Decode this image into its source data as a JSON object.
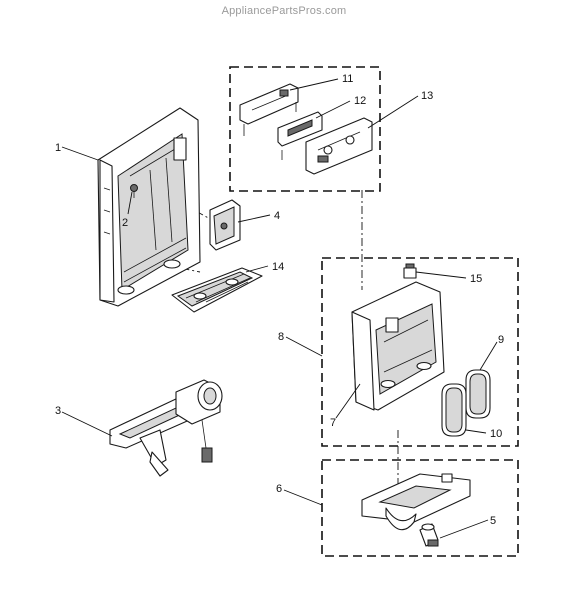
{
  "watermark": "AppliancePartsPros.com",
  "callouts": [
    "1",
    "2",
    "3",
    "4",
    "5",
    "6",
    "7",
    "8",
    "9",
    "10",
    "11",
    "12",
    "13",
    "14",
    "15"
  ]
}
